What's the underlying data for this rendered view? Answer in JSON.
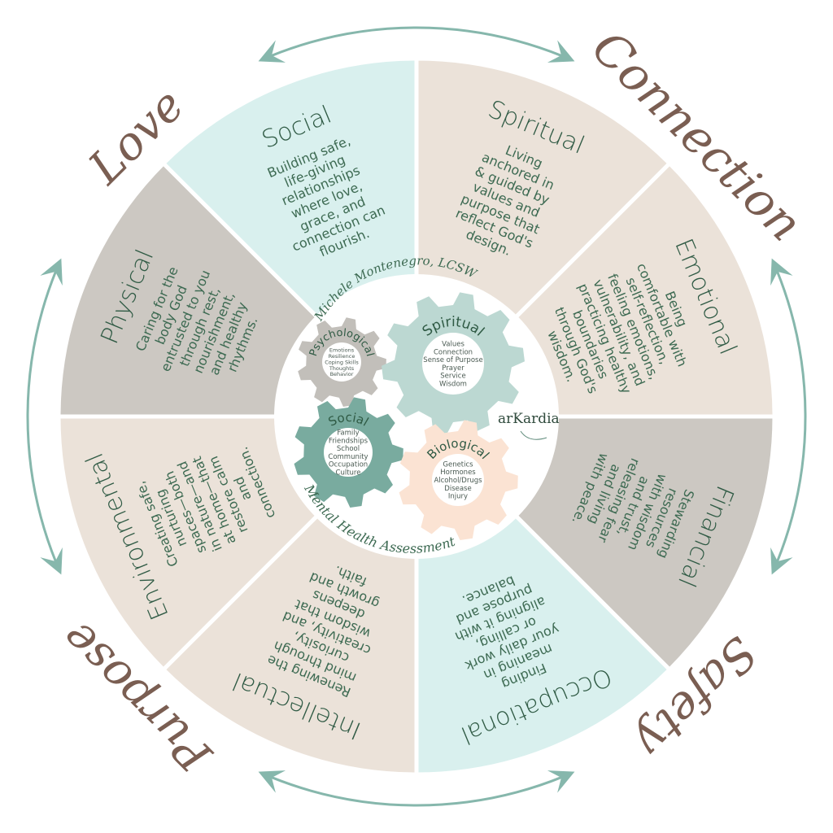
{
  "colors": {
    "mint": "#d9f0ee",
    "beige": "#ebe2d9",
    "greige": "#ccc8c2",
    "arrow_teal": "#86b7ac",
    "outer_word": "#7a5e52",
    "text_green": "#2f5a44",
    "gear_gray": "#c2bfba",
    "gear_sage": "#bcd8d2",
    "gear_teal": "#79ab9f",
    "gear_peach": "#fbe3d3"
  },
  "segments": [
    {
      "id": "social",
      "title": "Social",
      "color": "mint",
      "lines": [
        "Building safe,",
        "life-giving",
        "relationships",
        "where love,",
        "grace, and",
        "connection can",
        "flourish."
      ]
    },
    {
      "id": "spiritual",
      "title": "Spiritual",
      "color": "beige",
      "lines": [
        "Living",
        "anchored in",
        "& guided by",
        "values and",
        "purpose that",
        "reflect God's",
        "design."
      ]
    },
    {
      "id": "emotional",
      "title": "Emotional",
      "color": "beige",
      "lines": [
        "Being",
        "comfortable with",
        "self-reflection,",
        "feeling emotions,",
        "vulnerability, and",
        "practicing healthy",
        "boundaries",
        "through God's",
        "wisdom."
      ]
    },
    {
      "id": "financial",
      "title": "Financial",
      "color": "greige",
      "lines": [
        "Stewarding",
        "resources",
        "with wisdom",
        "and trust,",
        "releasing fear",
        "and living",
        "with peace."
      ]
    },
    {
      "id": "occupational",
      "title": "Occupational",
      "color": "mint",
      "lines": [
        "Finding",
        "meaning in",
        "your daily work",
        "or calling,",
        "aligning it with",
        "purpose and",
        "balance."
      ]
    },
    {
      "id": "intellectual",
      "title": "Intellectual",
      "color": "beige",
      "lines": [
        "Renewing the",
        "mind through",
        "curiosity,",
        "creativity, and",
        "wisdom that",
        "deepens",
        "growth and",
        "faith."
      ]
    },
    {
      "id": "environmental",
      "title": "Environmental",
      "color": "beige",
      "lines": [
        "Creating safe,",
        "nurturing",
        "spaces—both",
        "in nature—and",
        "at home—that",
        "restore calm",
        "and",
        "connection."
      ]
    },
    {
      "id": "physical",
      "title": "Physical",
      "color": "greige",
      "lines": [
        "Caring for the",
        "body God",
        "entrusted to you",
        "through rest,",
        "nourishment,",
        "and healthy",
        "rhythms."
      ]
    }
  ],
  "outer_words": [
    {
      "id": "love",
      "text": "Love"
    },
    {
      "id": "connection",
      "text": "Connection"
    },
    {
      "id": "safety",
      "text": "Safety"
    },
    {
      "id": "purpose",
      "text": "Purpose"
    }
  ],
  "center": {
    "author": "Michele Montenegro, LCSW",
    "subtitle": "Mental Health Assessment",
    "brand": "arKardia",
    "gears": [
      {
        "id": "psychological",
        "title": "Psychological",
        "color": "gear_gray",
        "items": [
          "Emotions",
          "Resilience",
          "Coping Skills",
          "Thoughts",
          "Behavior"
        ]
      },
      {
        "id": "spiritual",
        "title": "Spiritual",
        "color": "gear_sage",
        "items": [
          "Values",
          "Connection",
          "Sense of Purpose",
          "Prayer",
          "Service",
          "Wisdom"
        ]
      },
      {
        "id": "social",
        "title": "Social",
        "color": "gear_teal",
        "items": [
          "Family",
          "Friendships",
          "School",
          "Community",
          "Occupation",
          "Culture"
        ]
      },
      {
        "id": "biological",
        "title": "Biological",
        "color": "gear_peach",
        "items": [
          "Genetics",
          "Hormones",
          "Alcohol/Drugs",
          "Disease",
          "Injury"
        ]
      }
    ]
  },
  "arrows": [
    {
      "id": "top-arrow",
      "icon": "double-arrow-icon"
    },
    {
      "id": "right-arrow",
      "icon": "double-arrow-icon"
    },
    {
      "id": "bottom-arrow",
      "icon": "double-arrow-icon"
    },
    {
      "id": "left-arrow",
      "icon": "double-arrow-icon"
    }
  ]
}
